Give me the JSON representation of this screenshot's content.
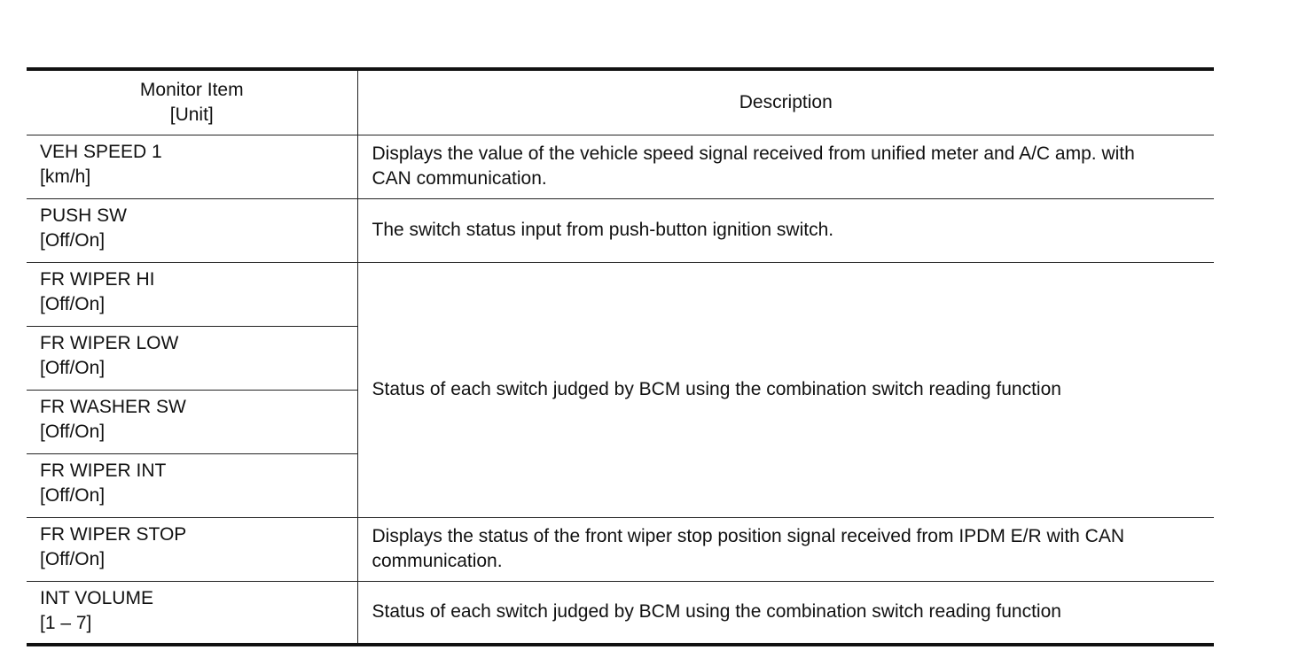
{
  "table": {
    "header": {
      "item_line1": "Monitor Item",
      "item_line2": "[Unit]",
      "description": "Description"
    },
    "rows": [
      {
        "item": "VEH SPEED 1",
        "unit": "[km/h]",
        "description_line1": "Displays the value of the vehicle speed signal received from unified meter and A/C amp. with",
        "description_line2": "CAN communication."
      },
      {
        "item": "PUSH SW",
        "unit": "[Off/On]",
        "description": "The switch status input from push-button ignition switch."
      },
      {
        "item": "FR WIPER HI",
        "unit": "[Off/On]"
      },
      {
        "item": "FR WIPER LOW",
        "unit": "[Off/On]"
      },
      {
        "item": "FR WASHER SW",
        "unit": "[Off/On]"
      },
      {
        "item": "FR WIPER INT",
        "unit": "[Off/On]"
      },
      {
        "item": "FR WIPER STOP",
        "unit": "[Off/On]",
        "description_line1": "Displays the status of the front wiper stop position signal received from IPDM E/R with CAN",
        "description_line2": "communication."
      },
      {
        "item": "INT VOLUME",
        "unit": "[1 – 7]",
        "description": "Status of each switch judged by BCM using the combination switch reading function"
      }
    ],
    "merged_description": "Status of each switch judged by BCM using the combination switch reading function"
  }
}
